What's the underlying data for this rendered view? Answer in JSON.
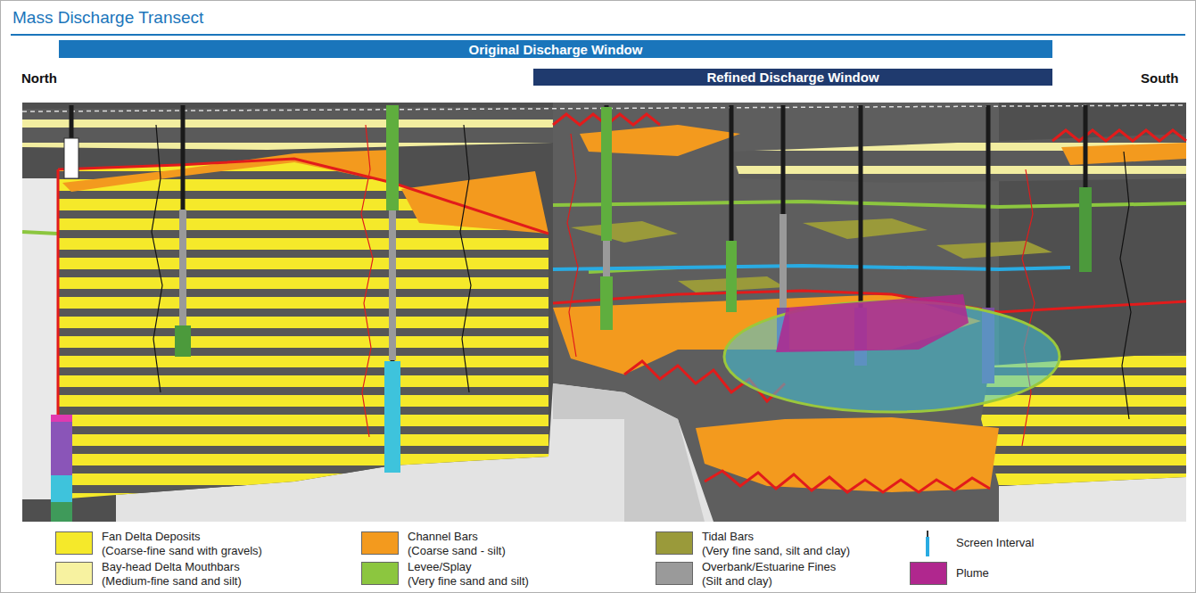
{
  "diagram": {
    "title": "Mass Discharge Transect",
    "nodes": [
      {
        "text": [
          "Original Discharge Window"
        ]
      },
      {
        "text": [
          "Refined Discharge Window"
        ]
      }
    ],
    "labels": [
      "North",
      "South"
    ],
    "legend": [
      {
        "text": "Fan Delta Deposits (Coarse-fine sand with gravels)",
        "color": "#f5e92a"
      },
      {
        "text": "Channel Bars (Coarse sand - silt)",
        "color": "#f39a1e"
      },
      {
        "text": "Tidal Bars (Very fine sand, silt and clay)",
        "color": "#9a9a3a"
      },
      {
        "text": "Screen Interval"
      },
      {
        "text": "Bay-head Delta Mouthbars (Medium-fine sand and silt)",
        "color": "#f7f2a0"
      },
      {
        "text": "Levee/Splay (Very fine sand and silt)",
        "color": "#8cc63f"
      },
      {
        "text": "Overbank/Estuarine Fines (Silt and clay)",
        "color": "#9a9a9a"
      },
      {
        "text": "Plume",
        "color": "#b0278e"
      }
    ]
  }
}
